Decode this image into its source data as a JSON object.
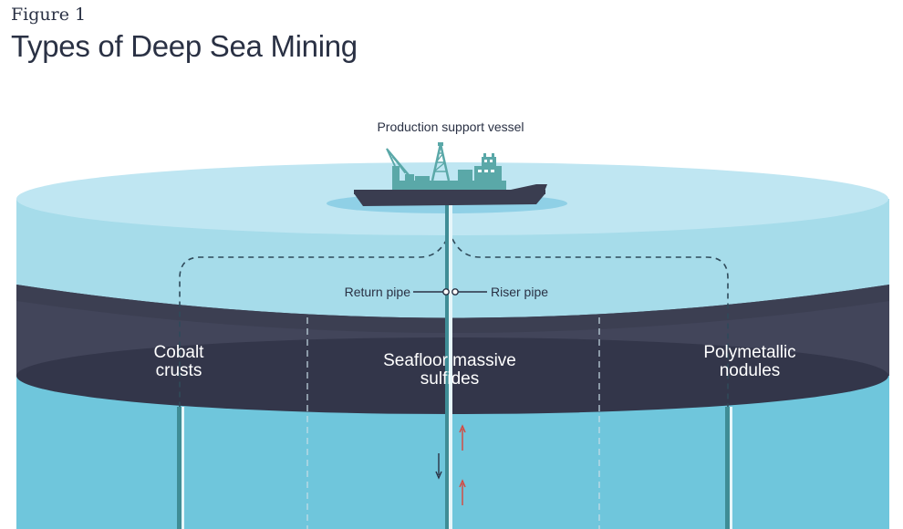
{
  "figure": {
    "label": "Figure 1",
    "title": "Types of Deep Sea Mining"
  },
  "labels": {
    "vessel": "Production support vessel",
    "return_pipe": "Return pipe",
    "riser_pipe": "Riser pipe"
  },
  "zones": {
    "cobalt": [
      "Cobalt",
      "crusts"
    ],
    "sulfides": [
      "Seafloor massive",
      "sulfides"
    ],
    "nodules": [
      "Polymetallic",
      "nodules"
    ]
  },
  "colors": {
    "water_top": "#bfe6f2",
    "water_body": "#a6dcea",
    "dark_band": "#3c3f52",
    "dark_ellipse": "#33364a",
    "deep_water": "#6fc6dc",
    "ship": "#5aa8a8",
    "arrow_up": "#d8453c",
    "arrow_down": "#2a3144"
  }
}
